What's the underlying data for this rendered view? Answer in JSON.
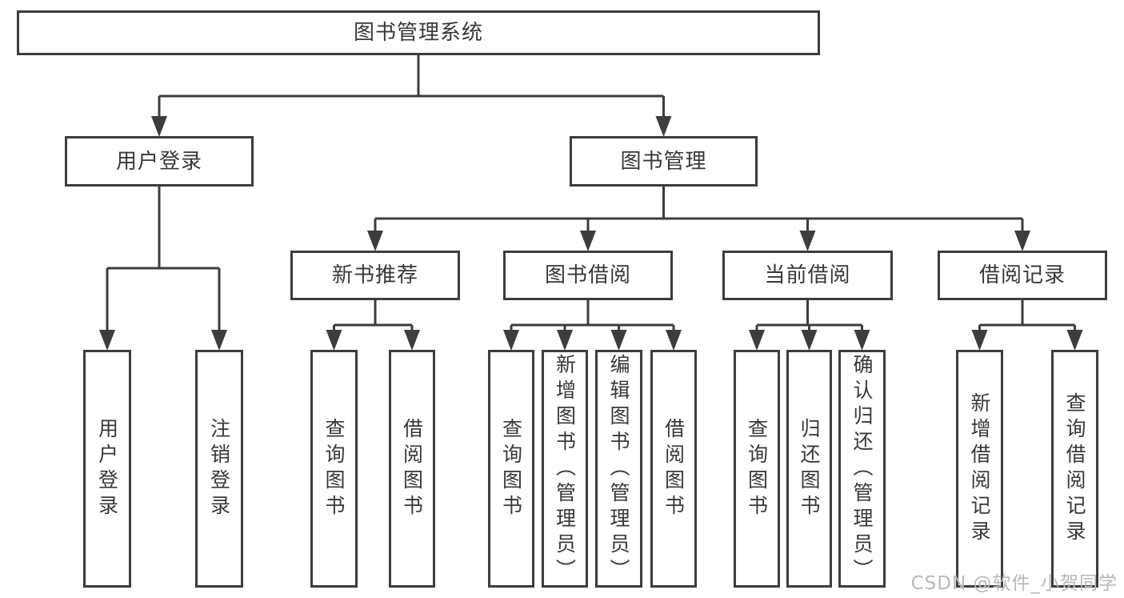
{
  "diagram": {
    "line_color": "#3d3d3d",
    "watermark": "CSDN @软件_小贺同学",
    "nodes": {
      "root": {
        "label": "图书管理系统"
      },
      "user_login": {
        "label": "用户登录"
      },
      "book_mgmt": {
        "label": "图书管理"
      },
      "do_login": {
        "label": "用户登录"
      },
      "do_logout": {
        "label": "注销登录"
      },
      "new_rec": {
        "label": "新书推荐"
      },
      "book_borrow": {
        "label": "图书借阅"
      },
      "cur_borrow": {
        "label": "当前借阅"
      },
      "history": {
        "label": "借阅记录"
      },
      "rec_query": {
        "label": "查询图书"
      },
      "rec_borrow": {
        "label": "借阅图书"
      },
      "bb_query": {
        "label": "查询图书"
      },
      "bb_add": {
        "label": "新增图书（管理员）"
      },
      "bb_edit": {
        "label": "编辑图书（管理员）"
      },
      "bb_borrow": {
        "label": "借阅图书"
      },
      "cb_query": {
        "label": "查询图书"
      },
      "cb_return": {
        "label": "归还图书"
      },
      "cb_confirm": {
        "label": "确认归还（管理员）"
      },
      "bh_add": {
        "label": "新增借阅记录"
      },
      "bh_query": {
        "label": "查询借阅记录"
      }
    },
    "edges": [
      [
        "root",
        "user_login"
      ],
      [
        "root",
        "book_mgmt"
      ],
      [
        "user_login",
        "do_login"
      ],
      [
        "user_login",
        "do_logout"
      ],
      [
        "book_mgmt",
        "new_rec"
      ],
      [
        "book_mgmt",
        "book_borrow"
      ],
      [
        "book_mgmt",
        "cur_borrow"
      ],
      [
        "book_mgmt",
        "history"
      ],
      [
        "new_rec",
        "rec_query"
      ],
      [
        "new_rec",
        "rec_borrow"
      ],
      [
        "book_borrow",
        "bb_query"
      ],
      [
        "book_borrow",
        "bb_add"
      ],
      [
        "book_borrow",
        "bb_edit"
      ],
      [
        "book_borrow",
        "bb_borrow"
      ],
      [
        "cur_borrow",
        "cb_query"
      ],
      [
        "cur_borrow",
        "cb_return"
      ],
      [
        "cur_borrow",
        "cb_confirm"
      ],
      [
        "history",
        "bh_add"
      ],
      [
        "history",
        "bh_query"
      ]
    ]
  }
}
